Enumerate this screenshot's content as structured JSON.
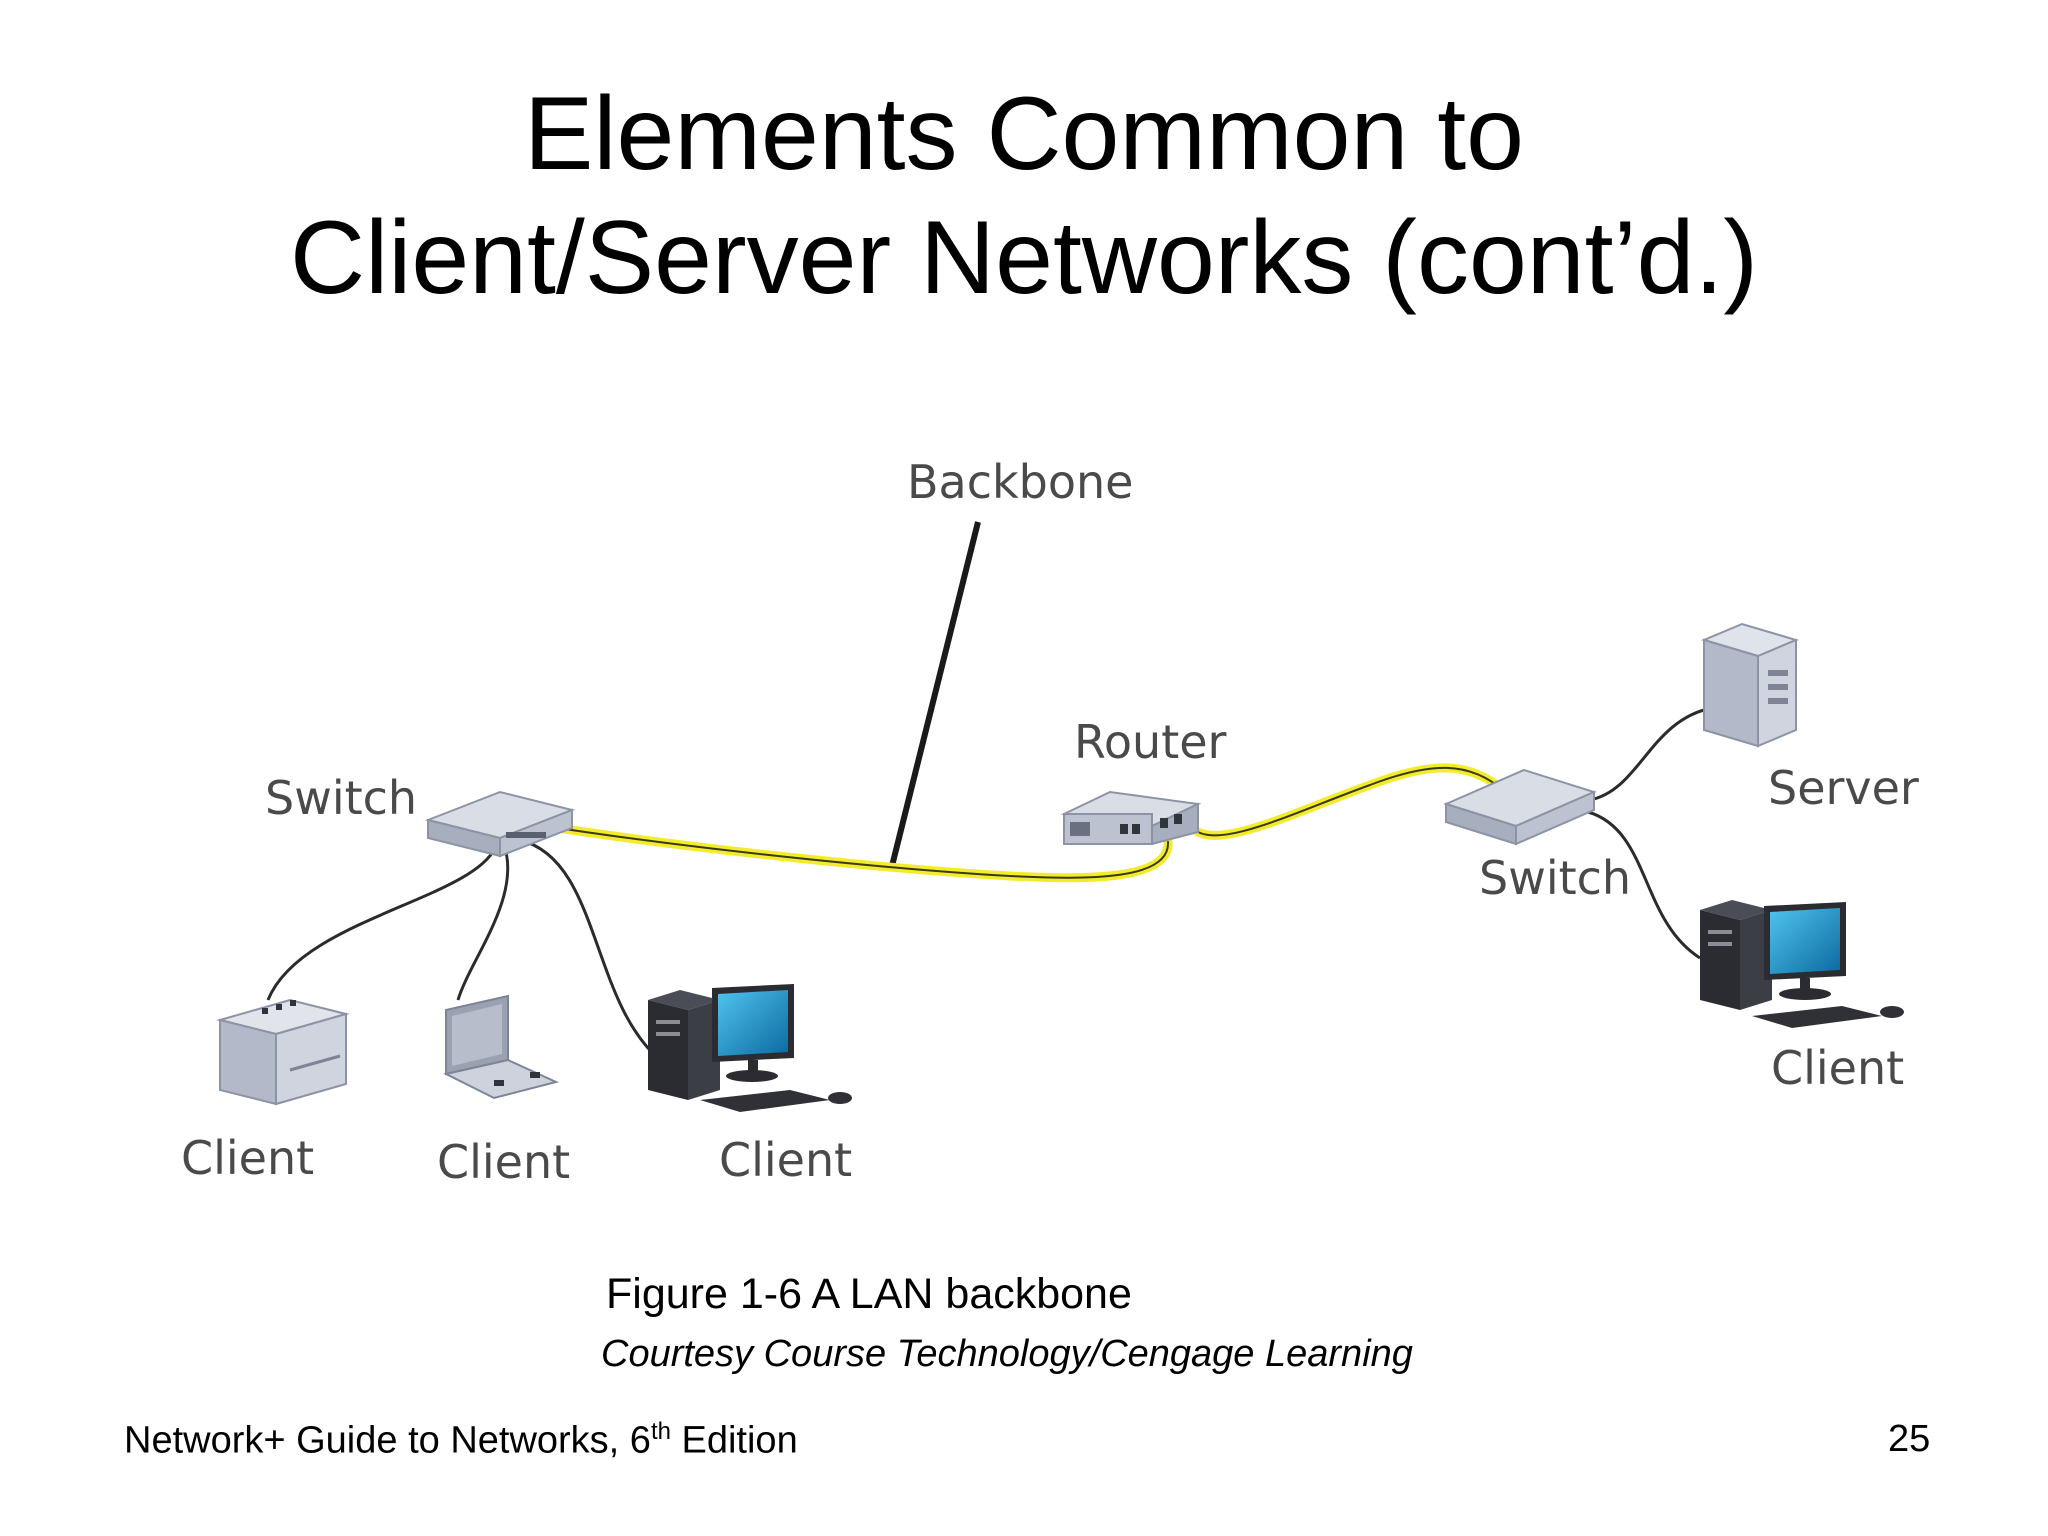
{
  "slide": {
    "title_line1": "Elements Common to",
    "title_line2": "Client/Server Networks (cont’d.)",
    "caption": "Figure 1-6 A LAN backbone",
    "credit": "Courtesy Course Technology/Cengage Learning",
    "footer_prefix": "Network+ Guide to Networks, 6",
    "footer_sup": "th",
    "footer_suffix": " Edition",
    "page_number": "25"
  },
  "diagram": {
    "labels": {
      "backbone": "Backbone",
      "router": "Router",
      "switch_left": "Switch",
      "switch_right": "Switch",
      "server": "Server",
      "client_printer": "Client",
      "client_laptop": "Client",
      "client_desktop": "Client",
      "client_right": "Client"
    },
    "colors": {
      "backbone_glow": "#f2ec2c",
      "cable": "#2b2b2b",
      "device_top": "#c9ced9",
      "device_side": "#9ba2b3",
      "monitor_screen": "#1f8fc4"
    },
    "icons": [
      "switch-icon",
      "router-icon",
      "server-icon",
      "printer-icon",
      "laptop-icon",
      "desktop-computer-icon"
    ]
  }
}
